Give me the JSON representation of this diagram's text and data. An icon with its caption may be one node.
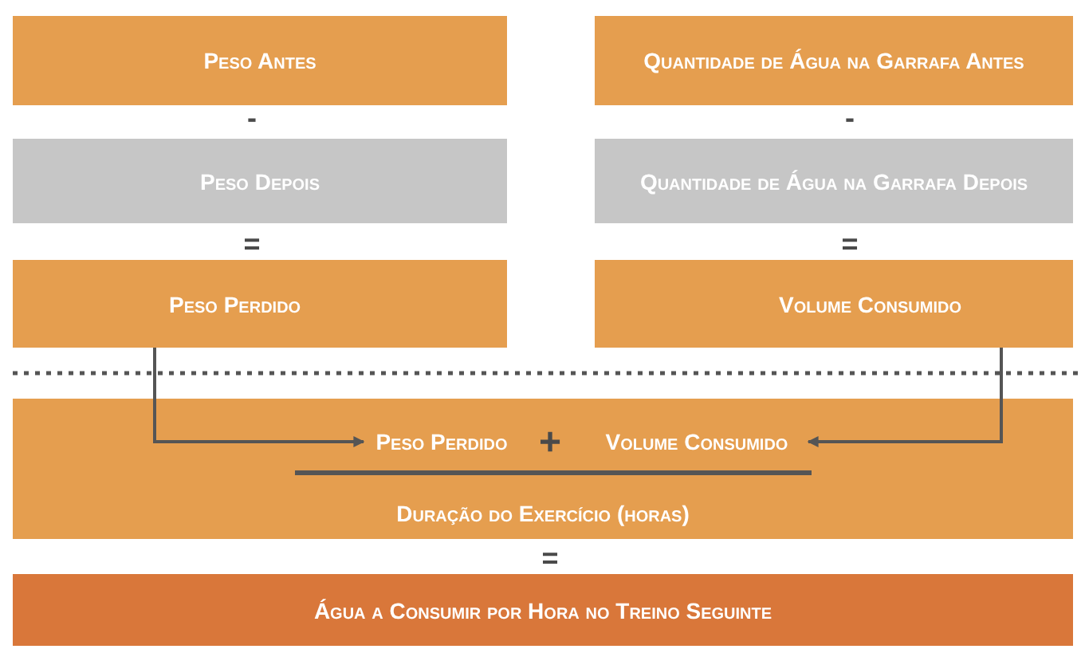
{
  "diagram": {
    "nodes": [
      {
        "text": [
          "Peso Antes"
        ]
      },
      {
        "text": [
          "Quantidade de Água na Garrafa Antes"
        ]
      },
      {
        "text": [
          "Peso Depois"
        ]
      },
      {
        "text": [
          "Quantidade de Água na Garrafa Depois"
        ]
      },
      {
        "text": [
          "Peso Perdido"
        ]
      },
      {
        "text": [
          "Volume Consumido"
        ]
      },
      {
        "text": [
          "Duração do Exercício (horas)"
        ]
      },
      {
        "text": [
          "Peso Perdido"
        ],
        "in": 6
      },
      {
        "text": [
          "Volume Consumido"
        ],
        "in": 6
      },
      {
        "text": [
          "Água a Consumir por Hora no Treino Seguinte"
        ]
      }
    ],
    "edges": [
      {
        "from": 4,
        "to": 7,
        "arrow": "to"
      },
      {
        "from": 5,
        "to": 8,
        "arrow": "to"
      }
    ],
    "labels": [
      "-",
      "-",
      "=",
      "=",
      "+",
      "="
    ]
  }
}
